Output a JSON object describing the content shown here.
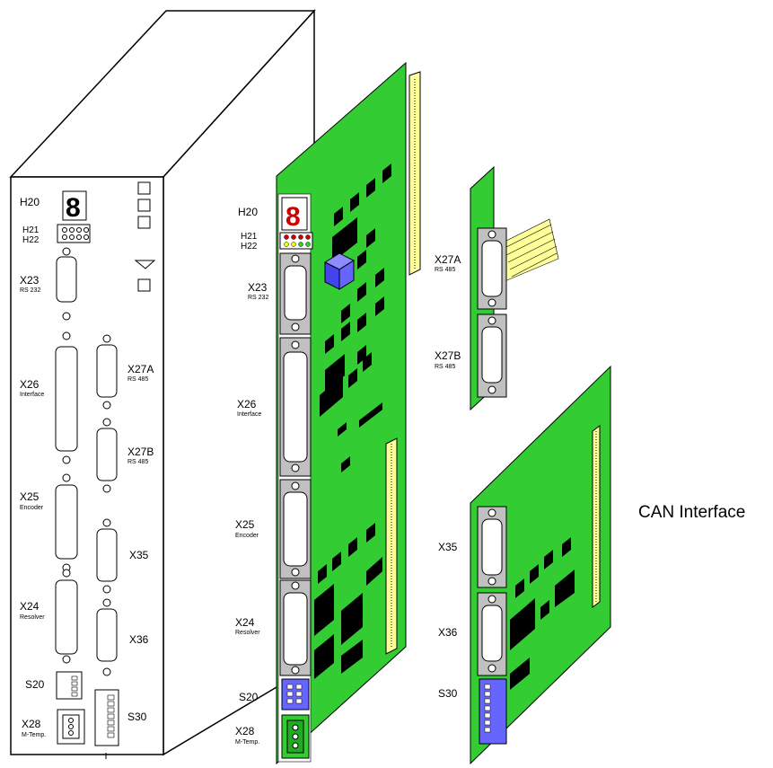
{
  "housing": {
    "h20": "H20",
    "h21": "H21",
    "h22": "H22",
    "x23": "X23",
    "x23_sub": "RS 232",
    "x26": "X26",
    "x26_sub": "Interface",
    "x25": "X25",
    "x25_sub": "Encoder",
    "x24": "X24",
    "x24_sub": "Resolver",
    "s20": "S20",
    "x28": "X28",
    "x28_sub": "M-Temp.",
    "x27a": "X27A",
    "x27a_sub": "RS 485",
    "x27b": "X27B",
    "x27b_sub": "RS 485",
    "x35": "X35",
    "x36": "X36",
    "s30": "S30"
  },
  "main_board": {
    "h20": "H20",
    "h21": "H21",
    "h22": "H22",
    "x23": "X23",
    "x23_sub": "RS 232",
    "x26": "X26",
    "x26_sub": "Interface",
    "x25": "X25",
    "x25_sub": "Encoder",
    "x24": "X24",
    "x24_sub": "Resolver",
    "s20": "S20",
    "x28": "X28",
    "x28_sub": "M-Temp."
  },
  "rs485_board": {
    "x27a": "X27A",
    "x27a_sub": "RS 485",
    "x27b": "X27B",
    "x27b_sub": "RS 485"
  },
  "can_board": {
    "x35": "X35",
    "x36": "X36",
    "s30": "S30",
    "title": "CAN Interface"
  },
  "colors": {
    "pcb": "#33cc33",
    "connector": "#c0c0c0",
    "header": "#ffff99",
    "dip": "#6666ff",
    "chip": "#000000",
    "plug": "#33cc33",
    "display": "#cc0000"
  }
}
